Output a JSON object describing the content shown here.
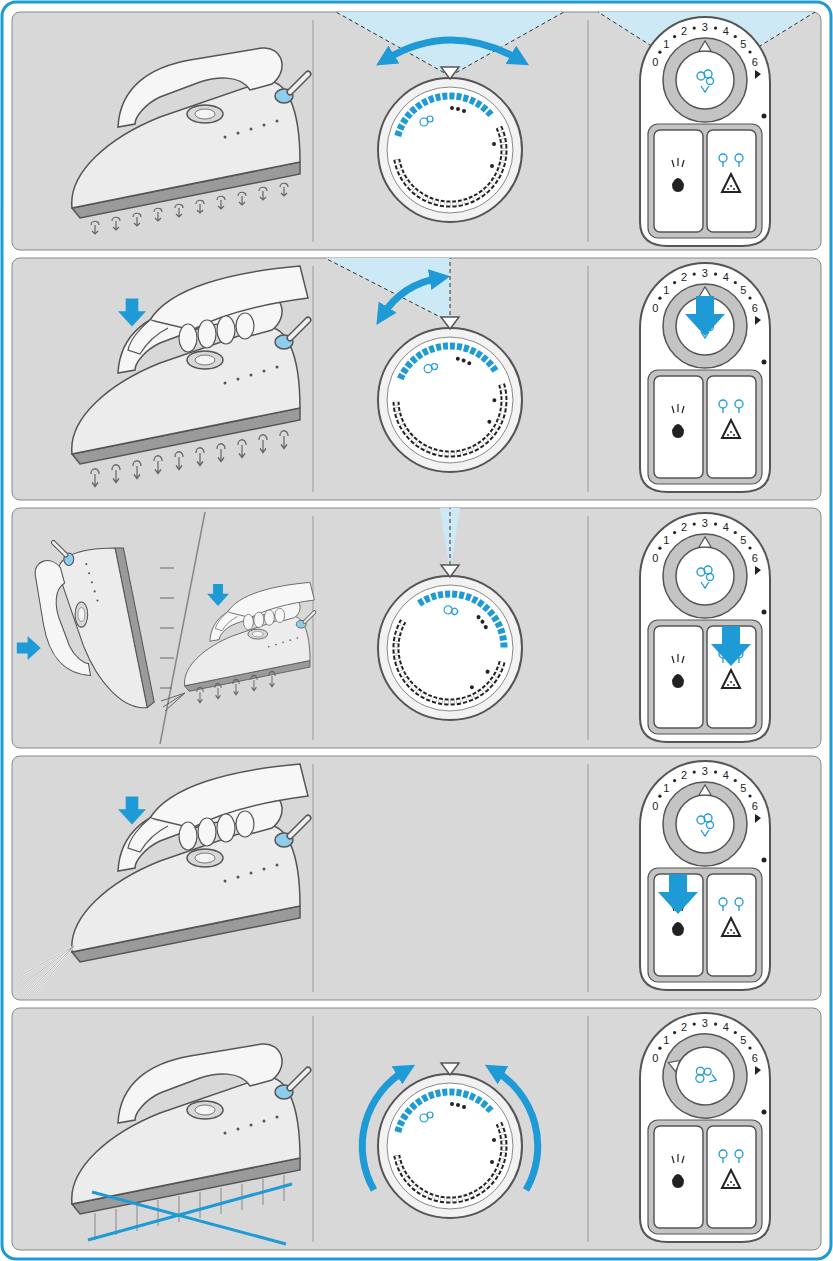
{
  "diagram": {
    "labels": [
      "0",
      "1",
      "2",
      "3",
      "4",
      "5",
      "6",
      "0",
      "1",
      "2",
      "3",
      "4",
      "5",
      "6",
      "0",
      "1",
      "2",
      "3",
      "4",
      "5",
      "6",
      "0",
      "1",
      "2",
      "3",
      "4",
      "5",
      "6",
      "0",
      "1",
      "2",
      "3",
      "4",
      "5",
      "6"
    ]
  }
}
